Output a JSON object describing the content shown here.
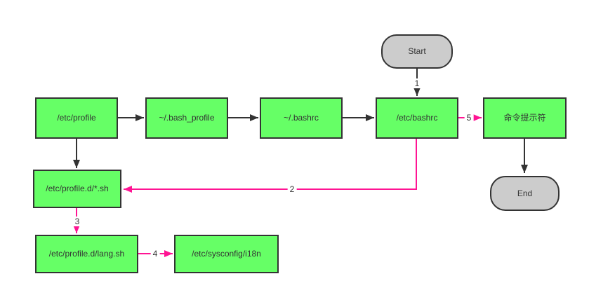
{
  "diagram": {
    "description": "Linux shell startup files load-order flowchart",
    "nodes": [
      {
        "id": "start",
        "label": "Start",
        "shape": "terminator"
      },
      {
        "id": "etc_profile",
        "label": "/etc/profile",
        "shape": "process"
      },
      {
        "id": "bash_profile",
        "label": "~/.bash_profile",
        "shape": "process"
      },
      {
        "id": "user_bashrc",
        "label": "~/.bashrc",
        "shape": "process"
      },
      {
        "id": "etc_bashrc",
        "label": "/etc/bashrc",
        "shape": "process"
      },
      {
        "id": "prompt",
        "label": "命令提示符",
        "shape": "process"
      },
      {
        "id": "end",
        "label": "End",
        "shape": "terminator"
      },
      {
        "id": "profile_d",
        "label": "/etc/profile.d/*.sh",
        "shape": "process"
      },
      {
        "id": "lang_sh",
        "label": "/etc/profile.d/lang.sh",
        "shape": "process"
      },
      {
        "id": "i18n",
        "label": "/etc/sysconfig/i18n",
        "shape": "process"
      }
    ],
    "edges": [
      {
        "from": "start",
        "to": "etc_bashrc",
        "label": "1",
        "color": "black"
      },
      {
        "from": "etc_profile",
        "to": "bash_profile",
        "label": "",
        "color": "black"
      },
      {
        "from": "bash_profile",
        "to": "user_bashrc",
        "label": "",
        "color": "black"
      },
      {
        "from": "user_bashrc",
        "to": "etc_bashrc",
        "label": "",
        "color": "black"
      },
      {
        "from": "etc_bashrc",
        "to": "prompt",
        "label": "5",
        "color": "pink"
      },
      {
        "from": "prompt",
        "to": "end",
        "label": "",
        "color": "black"
      },
      {
        "from": "etc_profile",
        "to": "profile_d",
        "label": "",
        "color": "black"
      },
      {
        "from": "etc_bashrc",
        "to": "profile_d",
        "label": "2",
        "color": "pink"
      },
      {
        "from": "profile_d",
        "to": "lang_sh",
        "label": "3",
        "color": "pink"
      },
      {
        "from": "lang_sh",
        "to": "i18n",
        "label": "4",
        "color": "pink"
      }
    ],
    "colors": {
      "process_fill": "#66ff66",
      "terminator_fill": "#cccccc",
      "border": "#333333",
      "black_edge": "#333333",
      "pink_edge": "#ff1493",
      "text": "#333333",
      "background": "#ffffff"
    }
  }
}
